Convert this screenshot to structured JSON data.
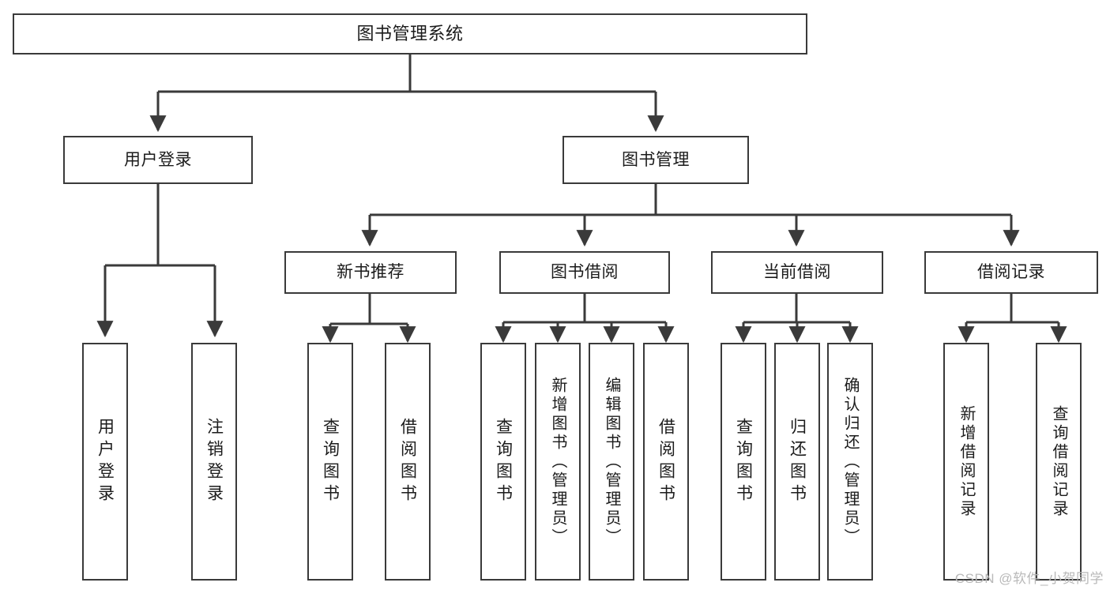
{
  "diagram": {
    "type": "tree",
    "title": "图书管理系统",
    "orientation": "top-down",
    "colors": {
      "stroke": "#3a3a3a",
      "fill": "#ffffff",
      "text": "#1b1b1b",
      "watermark": "#b9b9b9"
    },
    "root": {
      "label": "图书管理系统"
    },
    "level2": [
      {
        "label": "用户登录"
      },
      {
        "label": "图书管理"
      }
    ],
    "level3": [
      {
        "label": "新书推荐"
      },
      {
        "label": "图书借阅"
      },
      {
        "label": "当前借阅"
      },
      {
        "label": "借阅记录"
      }
    ],
    "leaves": {
      "user_login": [
        {
          "label": "用户登录"
        },
        {
          "label": "注销登录"
        }
      ],
      "new_book_recommend": [
        {
          "label": "查询图书"
        },
        {
          "label": "借阅图书"
        }
      ],
      "book_borrow": [
        {
          "label": "查询图书"
        },
        {
          "label": "新增图书（管理员）"
        },
        {
          "label": "编辑图书（管理员）"
        },
        {
          "label": "借阅图书"
        }
      ],
      "current_borrow": [
        {
          "label": "查询图书"
        },
        {
          "label": "归还图书"
        },
        {
          "label": "确认归还（管理员）"
        }
      ],
      "borrow_record": [
        {
          "label": "新增借阅记录"
        },
        {
          "label": "查询借阅记录"
        }
      ]
    }
  },
  "watermark": {
    "text": "CSDN @软件_小贺同学"
  }
}
